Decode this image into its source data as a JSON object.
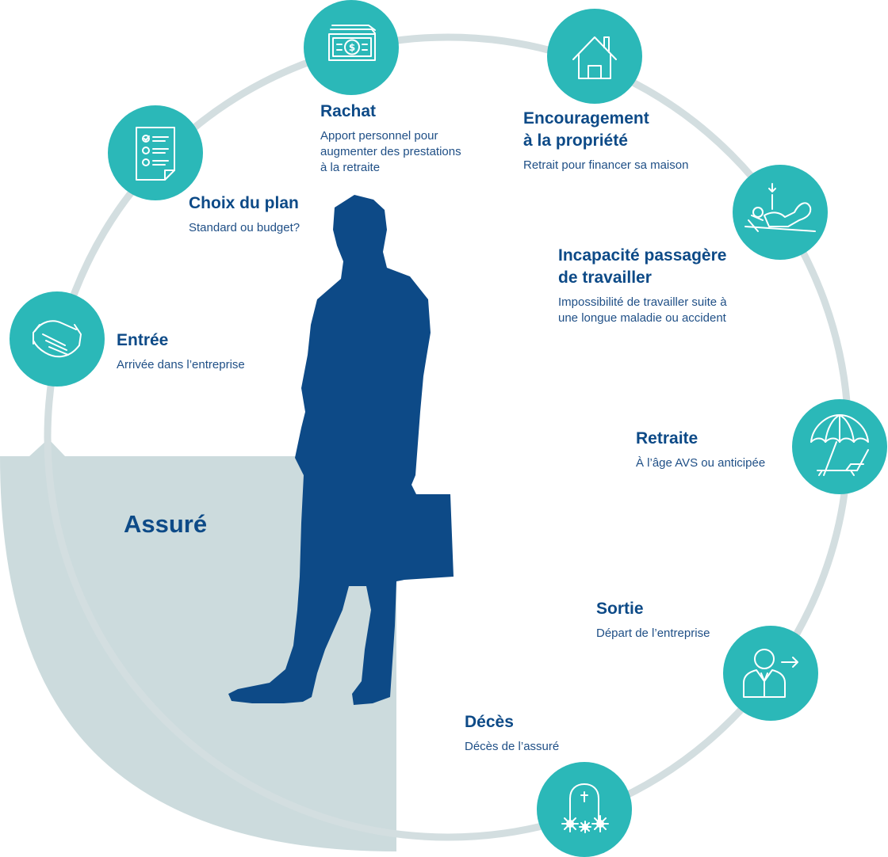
{
  "colors": {
    "ring": "#d3dee0",
    "teal": "#2bb8b8",
    "navy": "#0d4a87",
    "text": "#1f4f86",
    "quadrant": "#ccdbdd"
  },
  "center_label": "Assuré",
  "stages": [
    {
      "id": "entree",
      "icon": "handshake-icon",
      "title": "Entrée",
      "description": "Arrivée dans l’entreprise"
    },
    {
      "id": "choix",
      "icon": "checklist-icon",
      "title": "Choix du plan",
      "description": "Standard ou budget?"
    },
    {
      "id": "rachat",
      "icon": "banknotes-icon",
      "title": "Rachat",
      "description": "Apport personnel pour\naugmenter des prestations\nà la retraite"
    },
    {
      "id": "propriete",
      "icon": "house-icon",
      "title": "Encouragement\nà la propriété",
      "description": "Retrait pour financer sa maison"
    },
    {
      "id": "incapacite",
      "icon": "injured-person-icon",
      "title": "Incapacité passagère\nde travailler",
      "description": "Impossibilité de travailler suite à\nune longue maladie ou accident"
    },
    {
      "id": "retraite",
      "icon": "beach-umbrella-icon",
      "title": "Retraite",
      "description": "À l’âge AVS ou anticipée"
    },
    {
      "id": "sortie",
      "icon": "person-exit-icon",
      "title": "Sortie",
      "description": "Départ de l’entreprise"
    },
    {
      "id": "deces",
      "icon": "gravestone-icon",
      "title": "Décès",
      "description": "Décès de l’assuré"
    }
  ]
}
